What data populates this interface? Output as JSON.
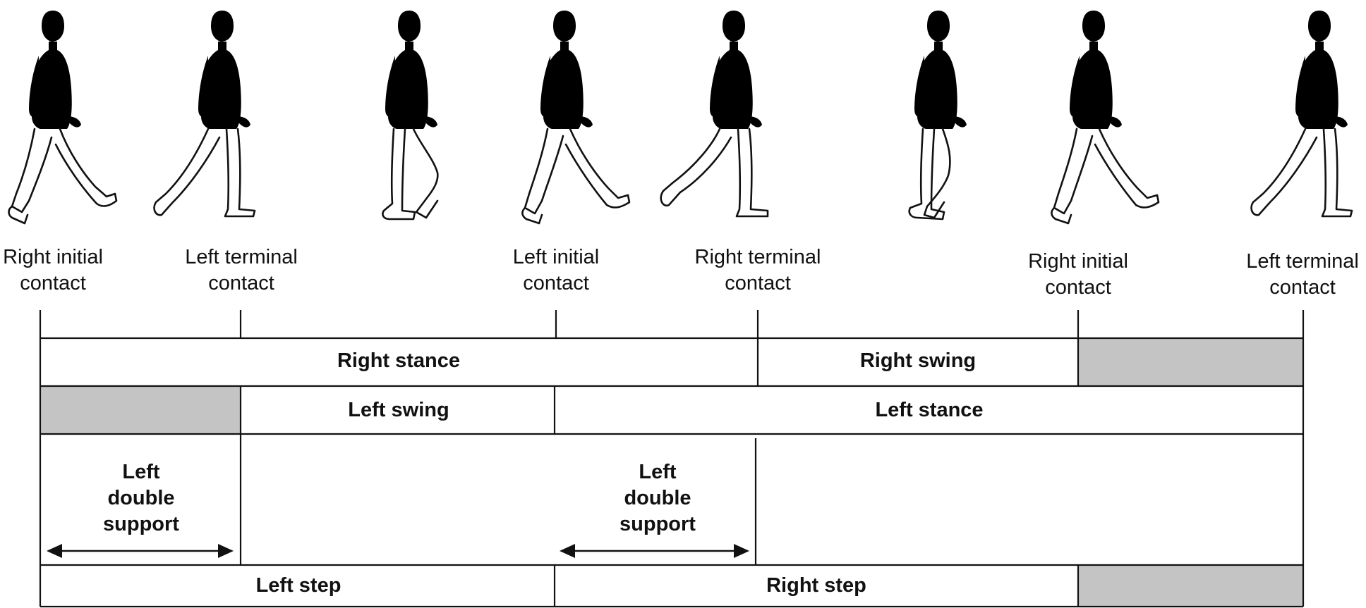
{
  "events": [
    {
      "label": "Right initial\ncontact"
    },
    {
      "label": "Left terminal\ncontact"
    },
    {
      "label": "Left initial\ncontact"
    },
    {
      "label": "Right terminal\ncontact"
    },
    {
      "label": "Right initial\ncontact"
    },
    {
      "label": "Left terminal\ncontact"
    }
  ],
  "phases": {
    "right_stance": "Right stance",
    "right_swing": "Right swing",
    "left_swing": "Left swing",
    "left_stance": "Left stance",
    "left_step": "Left step",
    "right_step": "Right step"
  },
  "double_support": [
    {
      "label": "Left\ndouble\nsupport"
    },
    {
      "label": "Left\ndouble\nsupport"
    }
  ],
  "colors": {
    "line": "#111111",
    "shaded_cell": "#c4c4c4",
    "background": "#ffffff"
  }
}
